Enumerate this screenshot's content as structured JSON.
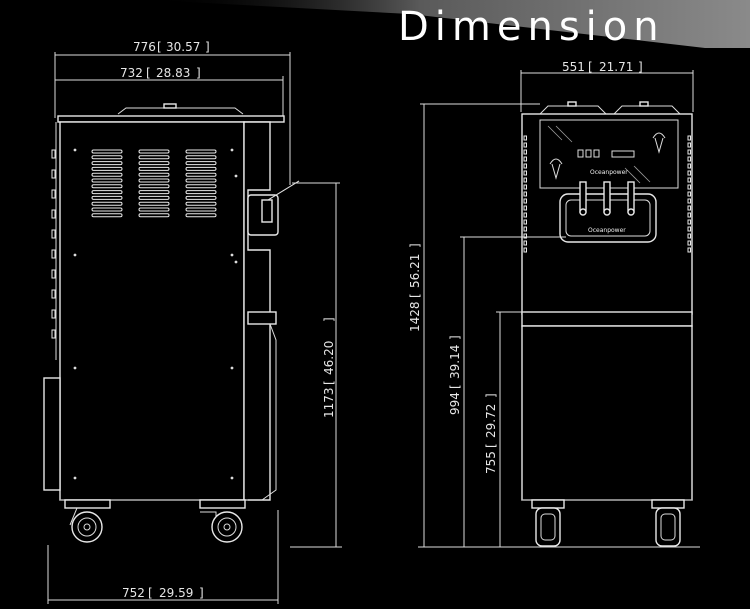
{
  "header": {
    "title": "Dimension"
  },
  "side_view": {
    "overall_width": {
      "mm": "776",
      "inch": "30.57"
    },
    "body_width": {
      "mm": "732",
      "inch": "28.83"
    },
    "base_width": {
      "mm": "752",
      "inch": "29.59"
    },
    "tap_height": {
      "mm": "1173",
      "inch": "46.20"
    }
  },
  "front_view": {
    "width": {
      "mm": "551",
      "inch": "21.71"
    },
    "total_height": {
      "mm": "1428",
      "inch": "56.21"
    },
    "dispenser_height": {
      "mm": "994",
      "inch": "39.14"
    },
    "cabinet_height": {
      "mm": "755",
      "inch": "29.72"
    },
    "brand_labels": [
      "Oceanpower",
      "Oceanpower"
    ]
  },
  "colors": {
    "background": "#000000",
    "lines": "#dcdcdc",
    "text": "#e6e6e6",
    "banner": "#7a7a7a"
  }
}
